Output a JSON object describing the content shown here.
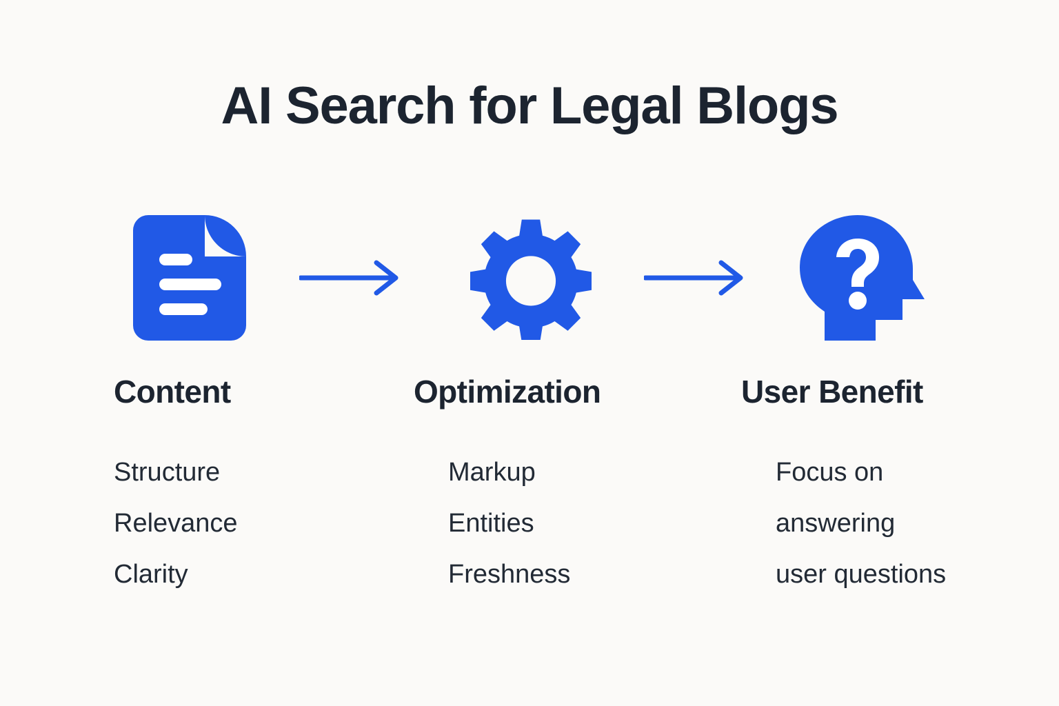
{
  "title": "AI Search for Legal Blogs",
  "colors": {
    "background": "#FBFAF8",
    "accent_blue": "#2159E6",
    "heading_text": "#1C2430",
    "body_text": "#222A35",
    "icon_detail": "#FFFFFF"
  },
  "flow": {
    "steps": [
      {
        "icon": "document-icon",
        "heading": "Content",
        "items": [
          "Structure",
          "Relevance",
          "Clarity"
        ]
      },
      {
        "icon": "gear-icon",
        "heading": "Optimization",
        "items": [
          "Markup",
          "Entities",
          "Freshness"
        ]
      },
      {
        "icon": "head-question-icon",
        "heading": "User Benefit",
        "items": [
          "Focus on",
          "answering",
          "user questions"
        ]
      }
    ],
    "connectors": [
      {
        "icon": "arrow-right-icon"
      },
      {
        "icon": "arrow-right-icon"
      }
    ]
  }
}
